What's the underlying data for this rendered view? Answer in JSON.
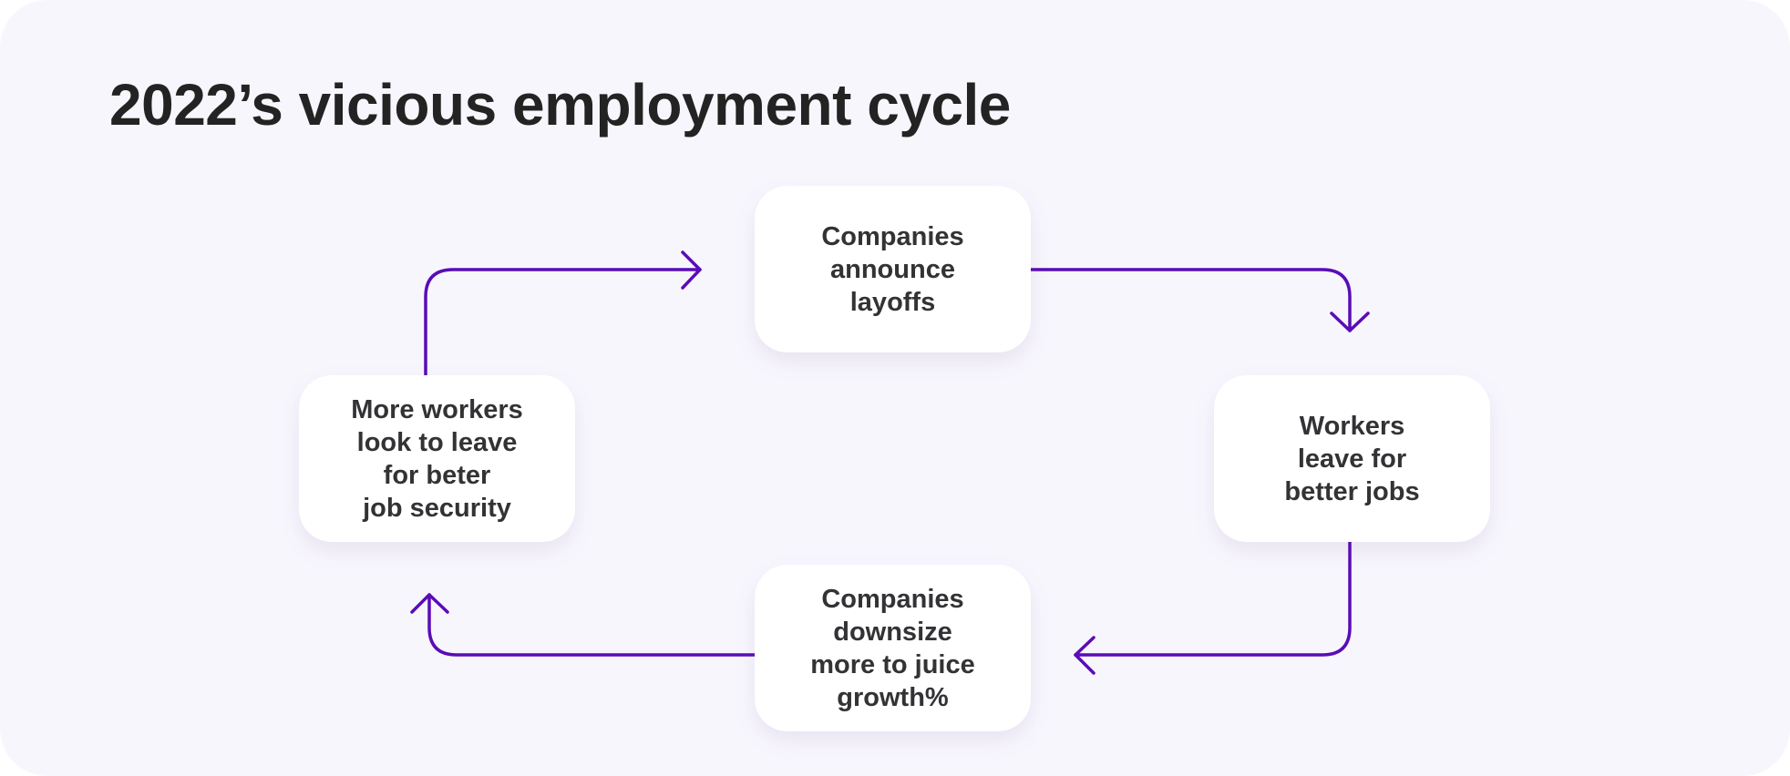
{
  "title": "2022’s vicious employment cycle",
  "accent_color": "#5a0cb6",
  "nodes": {
    "top": "Companies\nannounce\nlayoffs",
    "right": "Workers\nleave for\nbetter jobs",
    "bottom": "Companies\ndownsize\nmore to juice\ngrowth%",
    "left": "More workers\nlook to leave\nfor beter\njob security"
  }
}
